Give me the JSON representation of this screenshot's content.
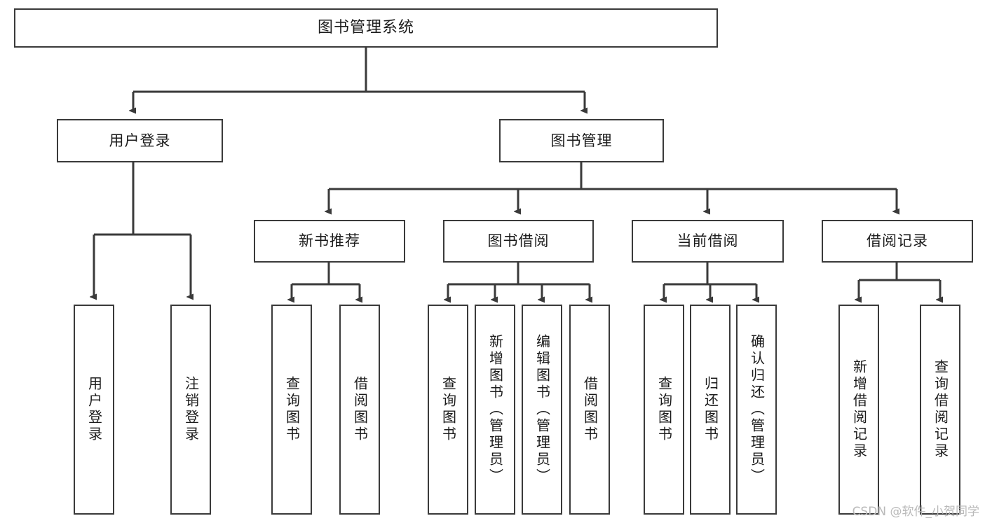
{
  "diagram": {
    "title": "图书管理系统",
    "type": "tree-hierarchy",
    "colors": {
      "stroke": "#3a3a3a",
      "fill": "#ffffff",
      "text": "#1b1b1b",
      "watermark": "#b9b9b9"
    },
    "nodes": {
      "root": {
        "label": "图书管理系统"
      },
      "level2": [
        {
          "id": "user-login",
          "label": "用户登录"
        },
        {
          "id": "book-manage",
          "label": "图书管理"
        }
      ],
      "level3": [
        {
          "id": "new-book-recommend",
          "label": "新书推荐"
        },
        {
          "id": "book-borrow",
          "label": "图书借阅"
        },
        {
          "id": "current-borrow",
          "label": "当前借阅"
        },
        {
          "id": "borrow-record",
          "label": "借阅记录"
        }
      ],
      "leaves": {
        "user_login": [
          {
            "id": "leaf-user-login",
            "label": "用户登录"
          },
          {
            "id": "leaf-logout-login",
            "label": "注销登录"
          }
        ],
        "new_book_recommend": [
          {
            "id": "leaf-query-book-1",
            "label": "查询图书"
          },
          {
            "id": "leaf-borrow-book-1",
            "label": "借阅图书"
          }
        ],
        "book_borrow": [
          {
            "id": "leaf-query-book-2",
            "label": "查询图书"
          },
          {
            "id": "leaf-add-book",
            "label": "新增图书（管理员）"
          },
          {
            "id": "leaf-edit-book",
            "label": "编辑图书（管理员）"
          },
          {
            "id": "leaf-borrow-book-2",
            "label": "借阅图书"
          }
        ],
        "current_borrow": [
          {
            "id": "leaf-query-book-3",
            "label": "查询图书"
          },
          {
            "id": "leaf-return-book",
            "label": "归还图书"
          },
          {
            "id": "leaf-confirm-return",
            "label": "确认归还（管理员）"
          }
        ],
        "borrow_record": [
          {
            "id": "leaf-add-record",
            "label": "新增借阅记录"
          },
          {
            "id": "leaf-query-record",
            "label": "查询借阅记录"
          }
        ]
      }
    },
    "watermark": "CSDN @软件_小贺同学"
  }
}
